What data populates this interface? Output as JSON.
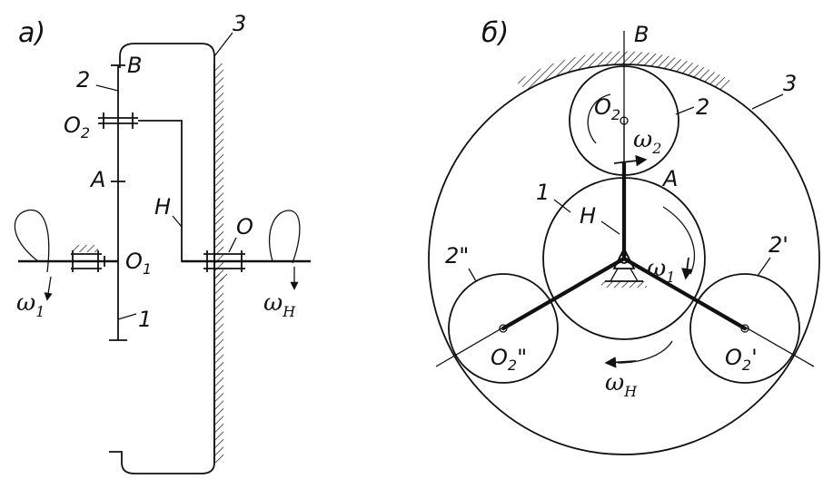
{
  "panel_a": {
    "caption": "а)",
    "labels": {
      "ring": "3",
      "planet": "2",
      "point_b": "B",
      "point_a": "A",
      "carrier": "H",
      "center_o": "O",
      "sun": "1"
    },
    "o2": {
      "base": "O",
      "sub": "2"
    },
    "o1": {
      "base": "O",
      "sub": "1"
    },
    "omega1": {
      "base": "ω",
      "sub": "1"
    },
    "omegaH": {
      "base": "ω",
      "sub": "H"
    }
  },
  "panel_b": {
    "caption": "б)",
    "labels": {
      "point_b": "B",
      "ring": "3",
      "planet_top": "2",
      "point_a": "A",
      "sun": "1",
      "carrier": "H",
      "planet_left": "2\"",
      "planet_right": "2'"
    },
    "o2_top": {
      "base": "O",
      "sub": "2"
    },
    "o2_left": {
      "base": "O",
      "sub": "2",
      "mark": "\""
    },
    "o2_right": {
      "base": "O",
      "sub": "2",
      "mark": "'"
    },
    "omega2": {
      "base": "ω",
      "sub": "2"
    },
    "omega1": {
      "base": "ω",
      "sub": "1"
    },
    "omegaH": {
      "base": "ω",
      "sub": "H"
    }
  }
}
